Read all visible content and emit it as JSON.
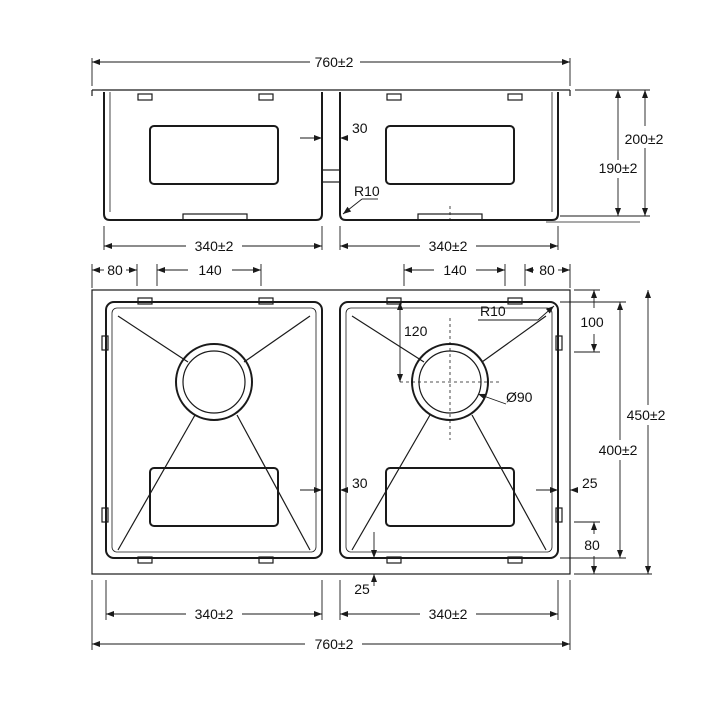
{
  "colors": {
    "line": "#1a1a1a",
    "background": "#ffffff"
  },
  "labels": {
    "top_width": "760±2",
    "top_total_height": "200±2",
    "top_bowl_height": "190±2",
    "top_gap": "30",
    "top_radius": "R10",
    "top_left_bowl": "340±2",
    "top_right_bowl": "340±2",
    "plan_left_offset": "80",
    "plan_left_drain": "140",
    "plan_right_drain": "140",
    "plan_right_offset": "80",
    "plan_drain_depth": "120",
    "plan_corner_radius": "R10",
    "plan_drain_offset": "100",
    "plan_drain_diameter": "Ø90",
    "plan_gap": "30",
    "plan_side_rim": "25",
    "plan_total_depth": "450±2",
    "plan_bowl_depth": "400±2",
    "plan_lower_offset": "80",
    "plan_bottom_rim": "25",
    "bottom_left_bowl": "340±2",
    "bottom_right_bowl": "340±2",
    "bottom_width": "760±2"
  }
}
